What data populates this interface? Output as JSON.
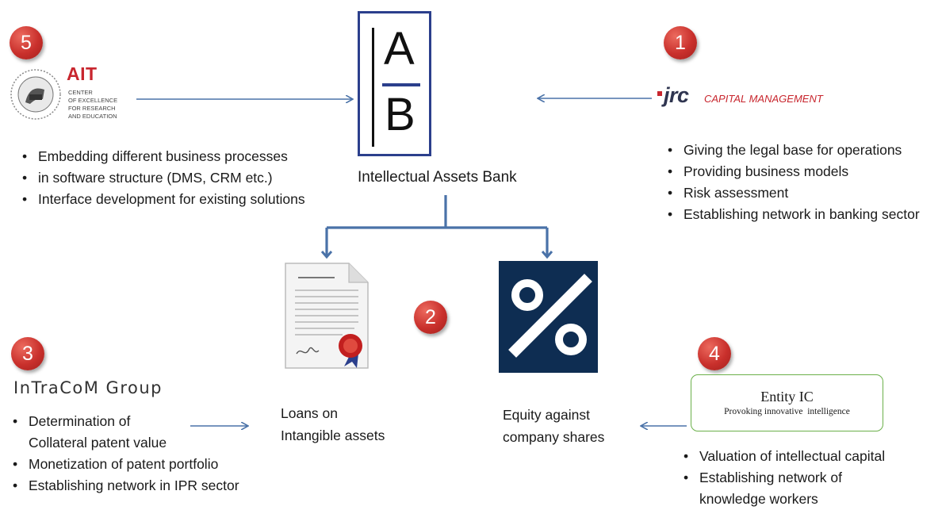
{
  "center": {
    "logo_top": "A",
    "logo_bottom": "B",
    "title": "Intellectual Assets Bank"
  },
  "partner5": {
    "badge": "5",
    "logo_name": "AIT",
    "logo_lines": [
      "CENTER",
      "OF EXCELLENCE",
      "FOR RESEARCH",
      "AND EDUCATION"
    ],
    "bullets": [
      "Embedding different business processes",
      "in software structure (DMS, CRM etc.)",
      "Interface development for existing solutions"
    ]
  },
  "partner1": {
    "badge": "1",
    "logo_name": "jrc",
    "logo_sub": "CAPITAL MANAGEMENT",
    "bullets": [
      "Giving the legal base for operations",
      "Providing business models",
      "Risk assessment",
      "Establishing network in banking sector"
    ]
  },
  "products": {
    "badge": "2",
    "loans_line1": "Loans on",
    "loans_line2": "Intangible assets",
    "equity_line1": "Equity against",
    "equity_line2": "company shares"
  },
  "partner3": {
    "badge": "3",
    "logo_name": "InTraCoM Group",
    "bullets": [
      "Determination of",
      "Collateral patent value",
      "Monetization of patent portfolio",
      "Establishing network in IPR sector"
    ]
  },
  "partner4": {
    "badge": "4",
    "box_title": "Entity IC",
    "box_subtitle": "Provoking innovative  intelligence",
    "bullets": [
      "Valuation of intellectual capital",
      "Establishing network of",
      "knowledge workers"
    ]
  },
  "colors": {
    "arrow": "#4a72a8",
    "badge": "#c9302c",
    "logo_frame": "#2b3f8c",
    "ait_red": "#c8262e",
    "percent_bg": "#0e2d52",
    "entity_border": "#6bb04a"
  }
}
